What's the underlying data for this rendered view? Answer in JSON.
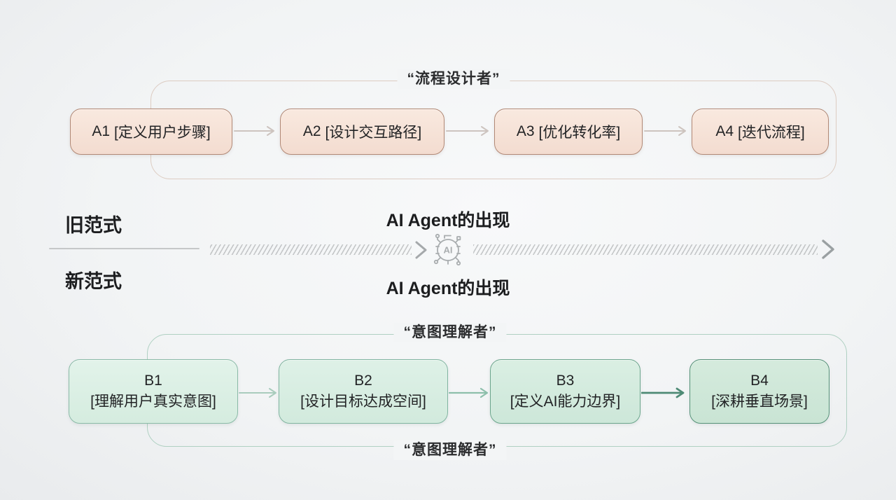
{
  "page": {
    "background_color": "#f2f4f5",
    "text_color": "#202124"
  },
  "old_paradigm": {
    "row_label": "旧范式",
    "section_title": "“流程设计者”",
    "accent_color": "#b18875",
    "box_fill": "#f5e0d4",
    "container_border_color": "#ddccc2",
    "arrow_color": "#cdc4bf",
    "boxes": [
      {
        "code": "A1",
        "label": "[定义用户步骤]"
      },
      {
        "code": "A2",
        "label": "[设计交互路径]"
      },
      {
        "code": "A3",
        "label": "[优化转化率]"
      },
      {
        "code": "A4",
        "label": "[迭代流程]"
      }
    ]
  },
  "transition": {
    "top_caption": "AI Agent的出现",
    "bottom_caption": "AI Agent的出现",
    "ai_icon": "ai-chip-icon",
    "ai_icon_text": "AI",
    "arrow_color": "#9aa0a2"
  },
  "new_paradigm": {
    "row_label": "新范式",
    "section_title_top": "“意图理解者”",
    "section_title_bottom": "“意图理解者”",
    "accent_color": "#559178",
    "box_fill": "#d8eee3",
    "container_border_color": "#afd0c2",
    "arrow_colors": [
      "#a9ccbd",
      "#8dbfab",
      "#4e8a75"
    ],
    "boxes": [
      {
        "code": "B1",
        "label": "[理解用户真实意图]"
      },
      {
        "code": "B2",
        "label": "[设计目标达成空间]"
      },
      {
        "code": "B3",
        "label": "[定义AI能力边界]"
      },
      {
        "code": "B4",
        "label": "[深耕垂直场景]"
      }
    ]
  }
}
